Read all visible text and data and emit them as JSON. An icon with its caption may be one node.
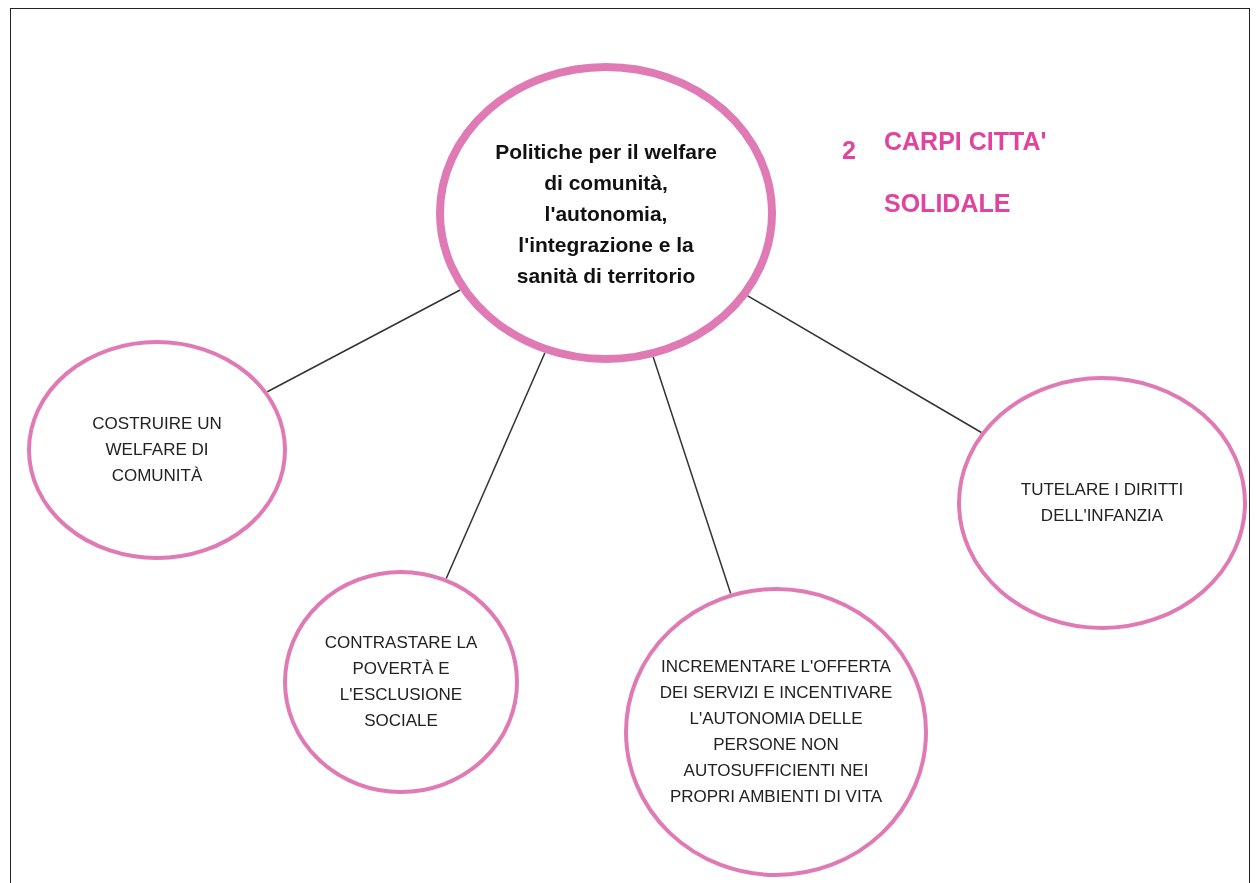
{
  "diagram": {
    "nodes": [
      {
        "text": [
          "Politiche per il welfare di comunità, l'autonomia, l'integrazione e la sanità di territorio"
        ]
      },
      {
        "text": [
          "COSTRUIRE UN WELFARE DI COMUNITÀ"
        ]
      },
      {
        "text": [
          "CONTRASTARE LA POVERTÀ E L'ESCLUSIONE SOCIALE"
        ]
      },
      {
        "text": [
          "INCREMENTARE L'OFFERTA DEI SERVIZI E INCENTIVARE L'AUTONOMIA DELLE PERSONE NON AUTOSUFFICIENTI NEI PROPRI AMBIENTI DI VITA"
        ]
      },
      {
        "text": [
          "TUTELARE I DIRITTI DELL'INFANZIA"
        ]
      }
    ],
    "edges": [
      {
        "from": 0,
        "to": 1,
        "arrow": "none"
      },
      {
        "from": 0,
        "to": 2,
        "arrow": "none"
      },
      {
        "from": 0,
        "to": 3,
        "arrow": "none"
      },
      {
        "from": 0,
        "to": 4,
        "arrow": "none"
      }
    ],
    "labels": [
      "2",
      "CARPI CITTA' SOLIDALE"
    ]
  }
}
